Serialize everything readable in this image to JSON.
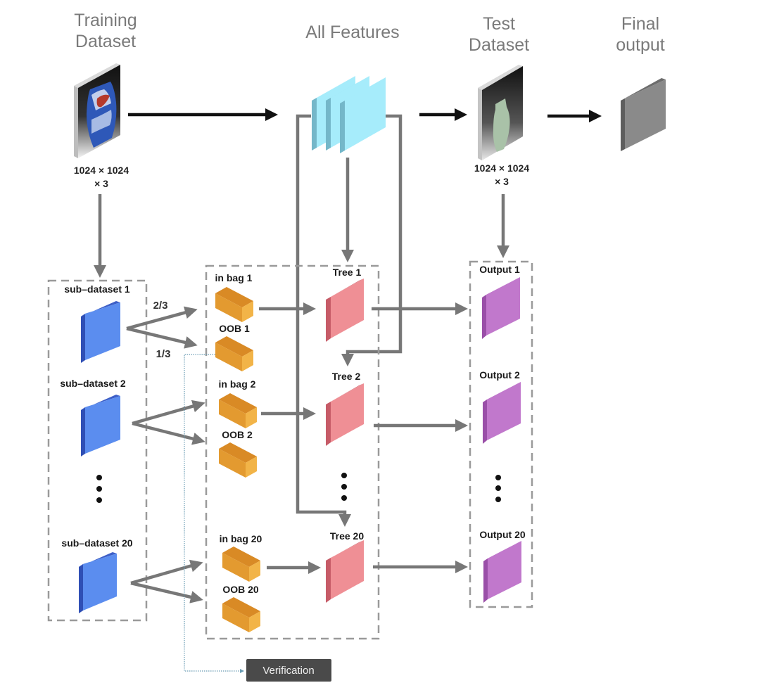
{
  "headers": {
    "training": [
      "Training",
      "Dataset"
    ],
    "features": "All Features",
    "test": [
      "Test",
      "Dataset"
    ],
    "final": [
      "Final",
      "output"
    ]
  },
  "dimensions": {
    "training": [
      "1024 × 1024",
      "× 3"
    ],
    "test": [
      "1024 × 1024",
      "× 3"
    ]
  },
  "subdatasets": [
    "sub–dataset 1",
    "sub–dataset 2",
    "sub–dataset 20"
  ],
  "split_fractions": {
    "in_bag": "2/3",
    "oob": "1/3"
  },
  "bags": [
    {
      "in_bag": "in bag 1",
      "oob": "OOB 1"
    },
    {
      "in_bag": "in bag 2",
      "oob": "OOB 2"
    },
    {
      "in_bag": "in bag 20",
      "oob": "OOB 20"
    }
  ],
  "trees": [
    "Tree 1",
    "Tree 2",
    "Tree 20"
  ],
  "outputs": [
    "Output 1",
    "Output 2",
    "Output 20"
  ],
  "verification_label": "Verification",
  "colors": {
    "subdataset_face": "#5b8def",
    "subdataset_side": "#2f4fb5",
    "bag_face": "#f0a93a",
    "bag_top": "#d98a25",
    "tree_face": "#ef8f95",
    "tree_side": "#c65b67",
    "output_face": "#c178cc",
    "output_side": "#9a4fa8",
    "features_face": "#a6ecfb",
    "features_side": "#74b7c9",
    "final_face": "#8a8a8a",
    "final_side": "#5e5e5e",
    "verification_bg": "#4a4a4a"
  }
}
